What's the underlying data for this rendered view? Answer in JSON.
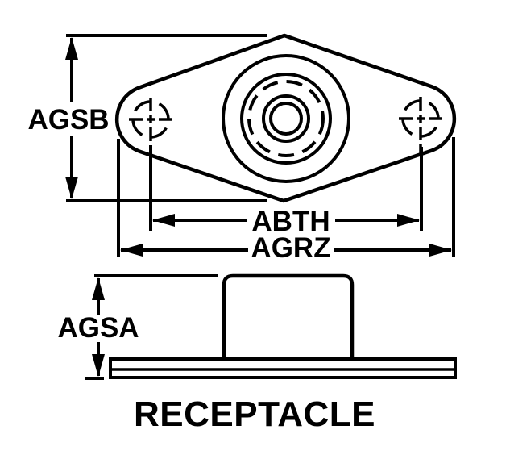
{
  "figure": {
    "caption": "RECEPTACLE",
    "dimension_labels": {
      "flange_height": "AGSB",
      "hole_spacing": "ABTH",
      "overall_width": "AGRZ",
      "overall_height": "AGSA"
    },
    "colors": {
      "line": "#000000",
      "background": "#ffffff"
    }
  }
}
